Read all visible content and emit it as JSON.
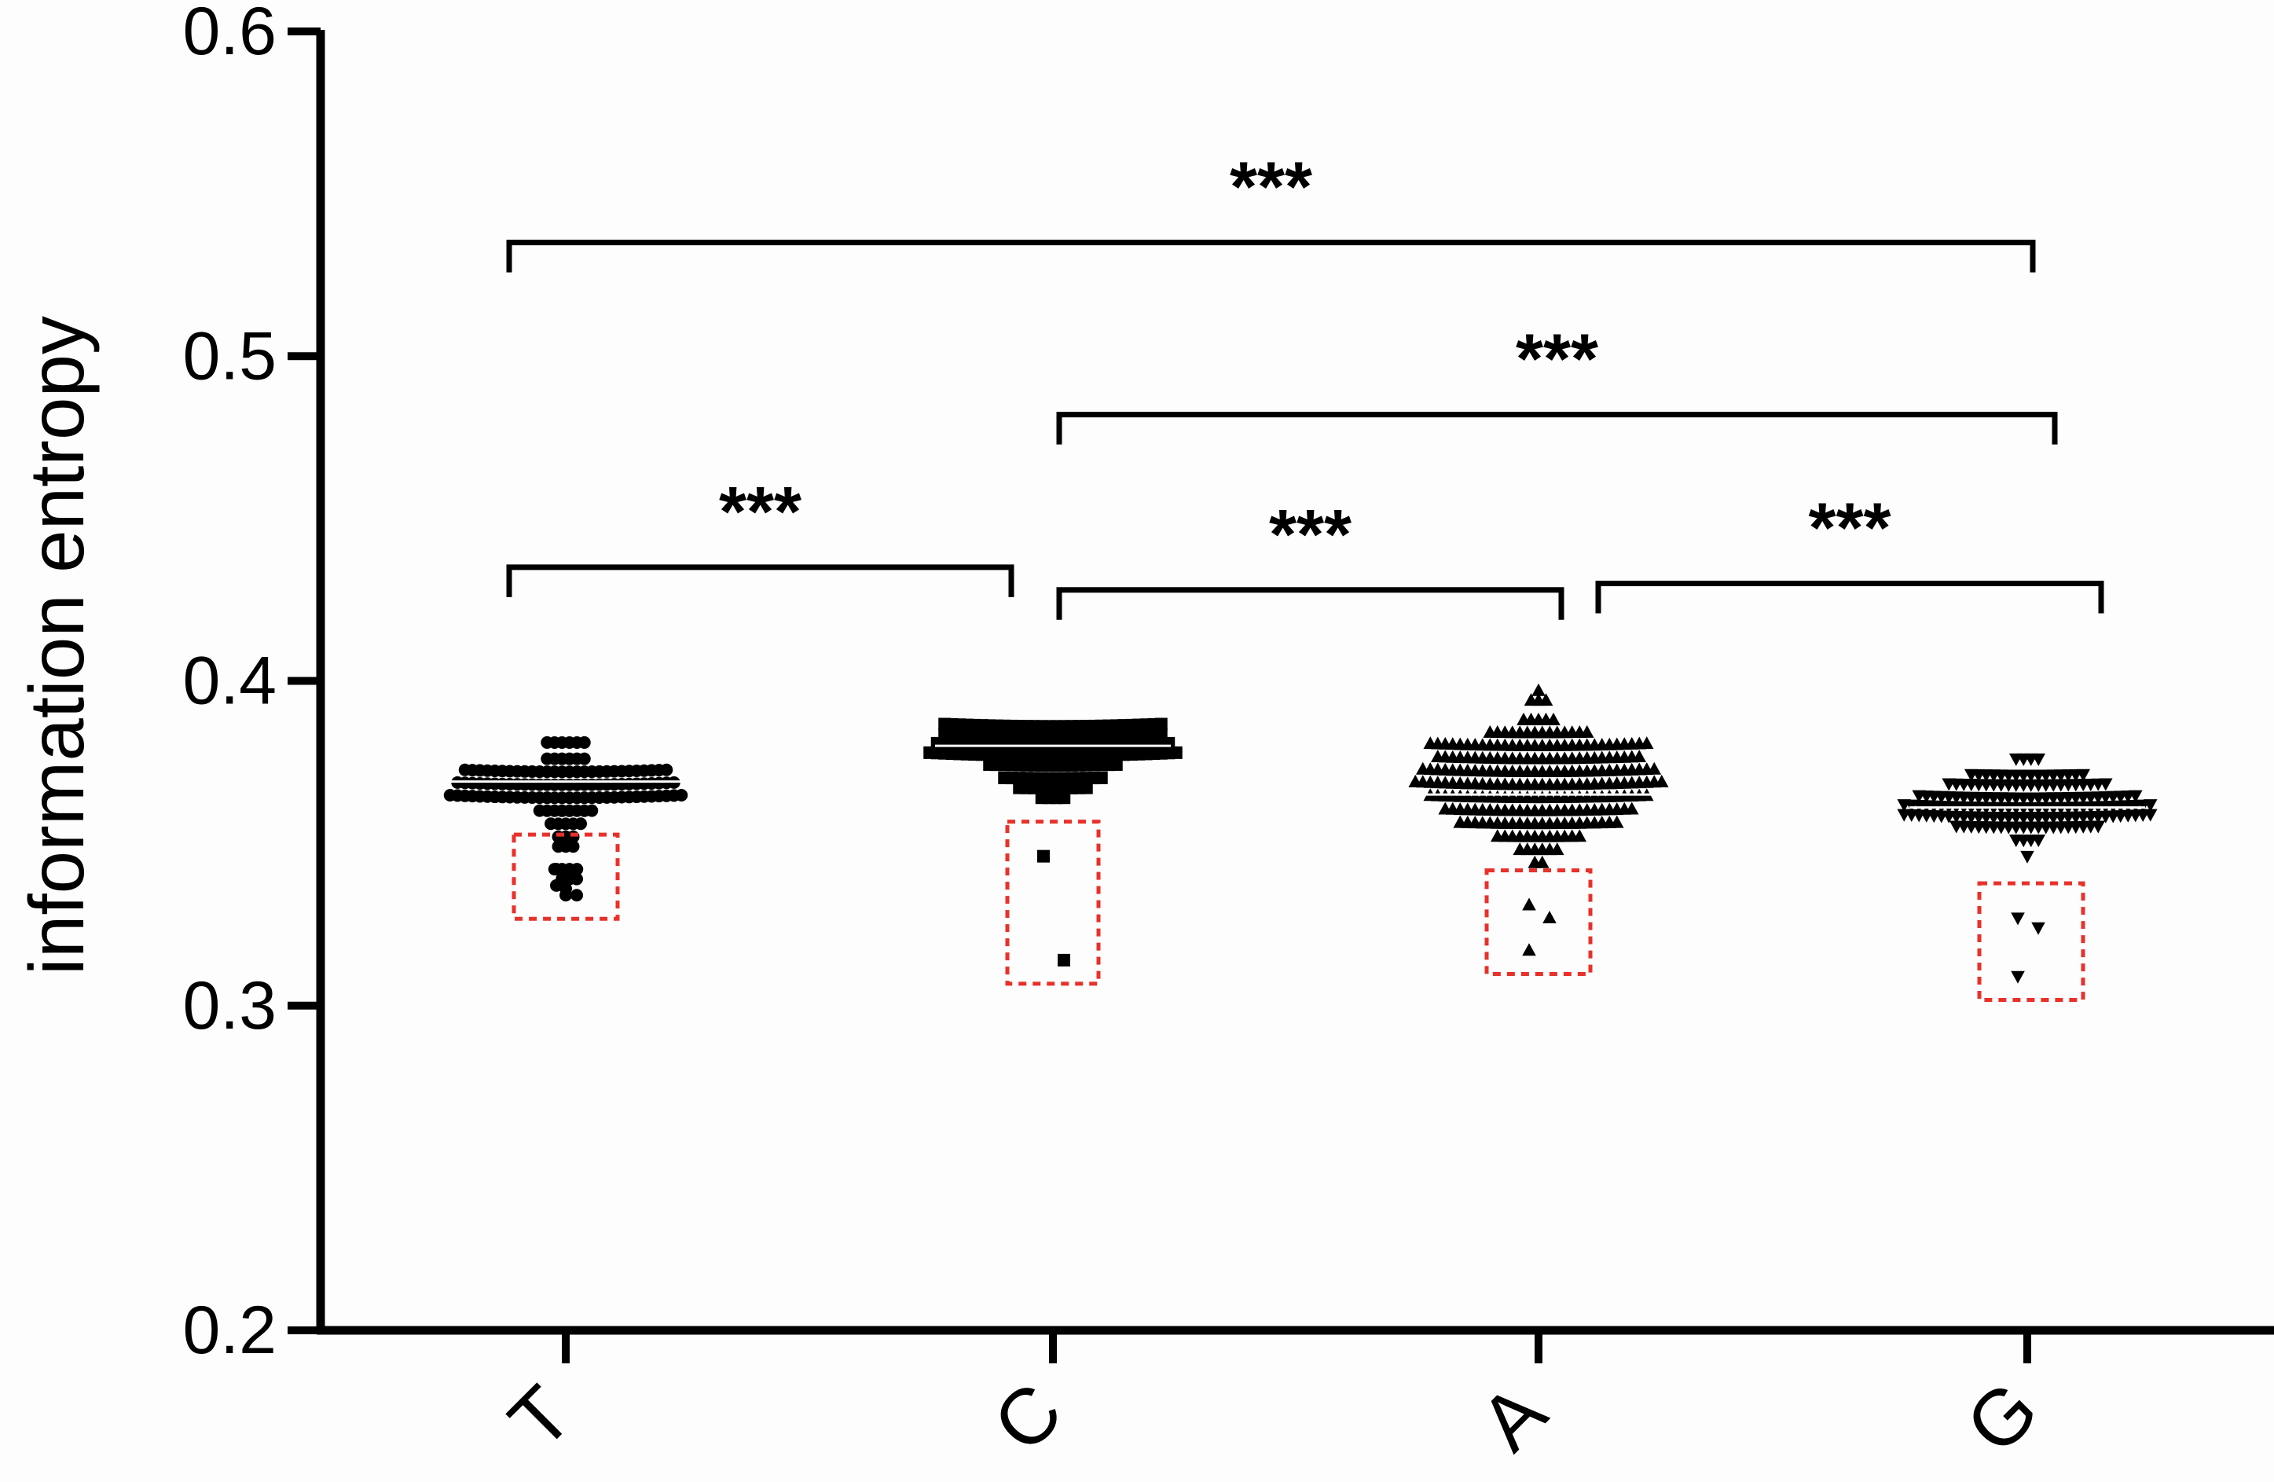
{
  "chart_data": {
    "type": "scatter",
    "title": "",
    "xlabel": "",
    "ylabel": "information entropy",
    "ylim": [
      0.2,
      0.6
    ],
    "yticks": [
      "0.2",
      "0.3",
      "0.4",
      "0.5",
      "0.6"
    ],
    "categories": [
      "T",
      "C",
      "A",
      "G"
    ],
    "grid": false,
    "legend": "none",
    "series": [
      {
        "category": "T",
        "marker": "circle",
        "mean": 0.369,
        "points": [
          {
            "row": 0.376,
            "count": 6
          },
          {
            "row": 0.372,
            "count": 28
          },
          {
            "row": 0.368,
            "count": 30
          },
          {
            "row": 0.364,
            "count": 32
          },
          {
            "row": 0.381,
            "count": 6
          },
          {
            "row": 0.36,
            "count": 8
          },
          {
            "row": 0.356,
            "count": 5
          },
          {
            "row": 0.352,
            "count": 3
          },
          {
            "row": 0.349,
            "count": 3
          },
          {
            "row": 0.342,
            "count": 4
          },
          {
            "row": 0.339,
            "count": 2
          },
          {
            "row": 0.336,
            "count": 1
          },
          {
            "row": 0.334,
            "count": 1
          }
        ],
        "outliers": [
          0.342,
          0.339,
          0.337,
          0.334
        ]
      },
      {
        "category": "C",
        "marker": "square",
        "mean": 0.38,
        "points": [
          {
            "row": 0.386,
            "count": 30
          },
          {
            "row": 0.383,
            "count": 30
          },
          {
            "row": 0.38,
            "count": 32
          },
          {
            "row": 0.377,
            "count": 34
          },
          {
            "row": 0.374,
            "count": 18
          },
          {
            "row": 0.37,
            "count": 14
          },
          {
            "row": 0.367,
            "count": 10
          },
          {
            "row": 0.364,
            "count": 4
          }
        ],
        "outliers": [
          0.346,
          0.314
        ]
      },
      {
        "category": "A",
        "marker": "triangle-up",
        "mean": 0.365,
        "points": [
          {
            "row": 0.397,
            "count": 1
          },
          {
            "row": 0.394,
            "count": 3
          },
          {
            "row": 0.388,
            "count": 5
          },
          {
            "row": 0.384,
            "count": 14
          },
          {
            "row": 0.38,
            "count": 30
          },
          {
            "row": 0.376,
            "count": 28
          },
          {
            "row": 0.372,
            "count": 32
          },
          {
            "row": 0.368,
            "count": 34
          },
          {
            "row": 0.364,
            "count": 30
          },
          {
            "row": 0.36,
            "count": 26
          },
          {
            "row": 0.356,
            "count": 22
          },
          {
            "row": 0.352,
            "count": 12
          },
          {
            "row": 0.348,
            "count": 6
          },
          {
            "row": 0.344,
            "count": 2
          }
        ],
        "outliers": [
          0.331,
          0.327,
          0.317
        ]
      },
      {
        "category": "G",
        "marker": "triangle-down",
        "mean": 0.361,
        "points": [
          {
            "row": 0.376,
            "count": 4
          },
          {
            "row": 0.371,
            "count": 16
          },
          {
            "row": 0.368,
            "count": 22
          },
          {
            "row": 0.364,
            "count": 30
          },
          {
            "row": 0.361,
            "count": 34
          },
          {
            "row": 0.358,
            "count": 34
          },
          {
            "row": 0.355,
            "count": 20
          },
          {
            "row": 0.351,
            "count": 4
          },
          {
            "row": 0.346,
            "count": 1
          }
        ],
        "outliers": [
          0.327,
          0.324,
          0.309
        ]
      }
    ],
    "outlier_box_color": "#e8312a",
    "significance": [
      {
        "from": "T",
        "to": "G",
        "label": "***",
        "level": 0.535
      },
      {
        "from": "C",
        "to": "G",
        "label": "***",
        "level": 0.482
      },
      {
        "from": "T",
        "to": "C",
        "label": "***",
        "level": 0.435
      },
      {
        "from": "C",
        "to": "A",
        "label": "***",
        "level": 0.428
      },
      {
        "from": "A",
        "to": "G",
        "label": "***",
        "level": 0.43
      }
    ]
  }
}
